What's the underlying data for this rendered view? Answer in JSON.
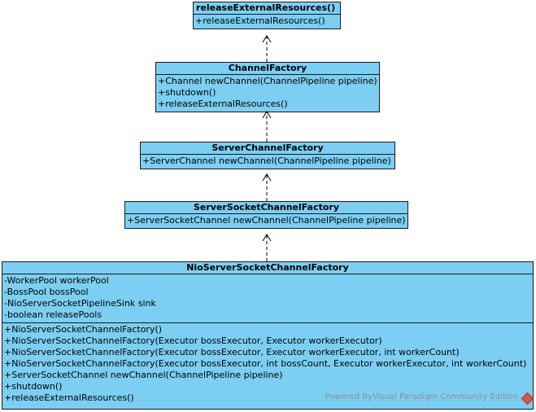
{
  "classes": {
    "release": {
      "name": "releaseExternalResources()",
      "operations": [
        "+releaseExternalResources()"
      ]
    },
    "channel_factory": {
      "name": "ChannelFactory",
      "operations": [
        "+Channel newChannel(ChannelPipeline pipeline)",
        "+shutdown()",
        "+releaseExternalResources()"
      ]
    },
    "server_channel_factory": {
      "name": "ServerChannelFactory",
      "operations": [
        "+ServerChannel newChannel(ChannelPipeline pipeline)"
      ]
    },
    "server_socket_channel_factory": {
      "name": "ServerSocketChannelFactory",
      "operations": [
        "+ServerSocketChannel newChannel(ChannelPipeline pipeline)"
      ]
    },
    "nio_factory": {
      "name": "NioServerSocketChannelFactory",
      "attributes": [
        "-WorkerPool workerPool",
        "-BossPool bossPool",
        "-NioServerSocketPipelineSink sink",
        "-boolean releasePools"
      ],
      "operations": [
        "+NioServerSocketChannelFactory()",
        "+NioServerSocketChannelFactory(Executor bossExecutor, Executor workerExecutor)",
        "+NioServerSocketChannelFactory(Executor bossExecutor, Executor workerExecutor, int workerCount)",
        "+NioServerSocketChannelFactory(Executor bossExecutor, int bossCount, Executor workerExecutor, int workerCount)",
        "+ServerSocketChannel newChannel(ChannelPipeline pipeline)",
        "+shutdown()",
        "+releaseExternalResources()"
      ]
    }
  },
  "footer": {
    "text": "Powered ByVisual Paradigm Community Edition",
    "logo_icon": "visual-paradigm-logo-icon"
  },
  "colors": {
    "class_fill": "#7ccff3",
    "border": "#1a1a1a",
    "footer_text": "#8c8c8c"
  }
}
